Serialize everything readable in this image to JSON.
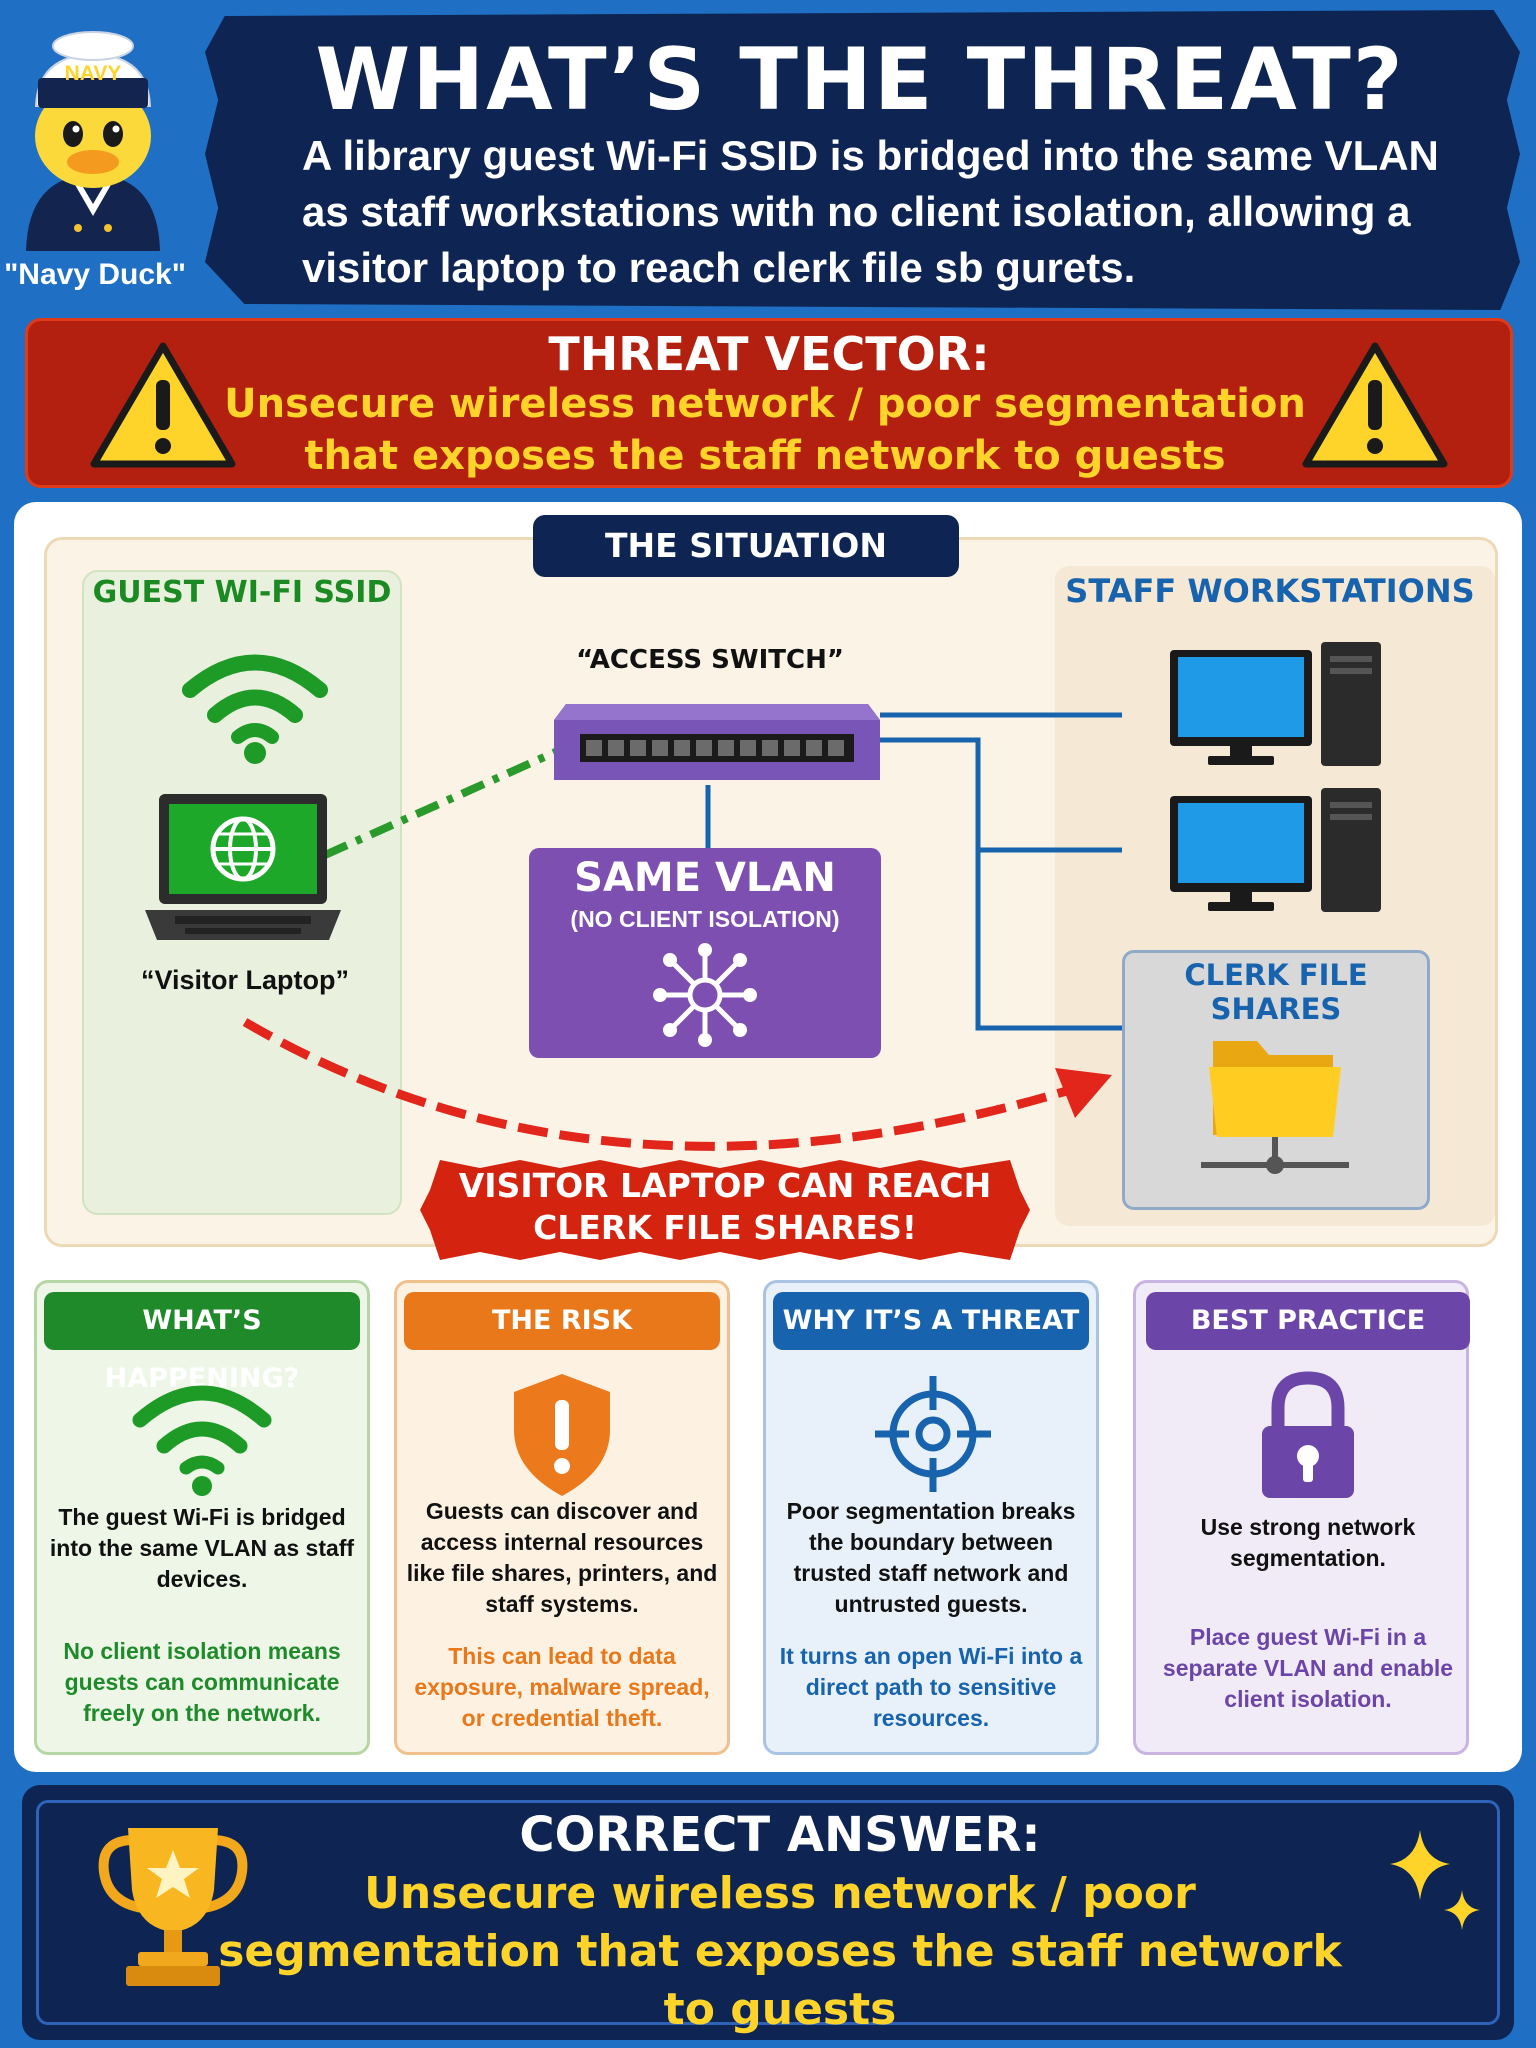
{
  "header": {
    "title": "WHAT’S THE THREAT?",
    "intro": "A library guest Wi-Fi SSID is bridged into the same VLAN as staff workstations with no client isolation, allowing a visitor laptop to reach clerk file sb gurets."
  },
  "mascot": {
    "cap_text": "NAVY",
    "name": "\"Navy Duck\""
  },
  "threat_vector": {
    "title": "THREAT VECTOR:",
    "text": "Unsecure wireless network / poor segmentation that exposes the staff network to guests"
  },
  "situation": {
    "tab": "THE SITUATION",
    "guest_label": "GUEST WI-FI SSID",
    "switch_label": "“ACCESS SWITCH”",
    "laptop_label": "“Visitor Laptop”",
    "vlan_title": "SAME VLAN",
    "vlan_subtitle": "(NO CLIENT ISOLATION)",
    "staff_label": "STAFF WORKSTATIONS",
    "clerk_label": "CLERK FILE SHARES",
    "alert": "VISITOR LAPTOP CAN REACH CLERK FILE SHARES!"
  },
  "cards": [
    {
      "title": "WHAT’S HAPPENING?",
      "body": "The guest Wi-Fi is bridged into the same VLAN as staff devices.",
      "note": "No client isolation means guests can communicate freely on the network.",
      "color": "#1e8a2a"
    },
    {
      "title": "THE RISK",
      "body": "Guests can discover and access internal resources like file shares, printers, and staff systems.",
      "note": "This can lead to data exposure, malware spread, or credential theft.",
      "color": "#e8781a"
    },
    {
      "title": "WHY IT’S A THREAT",
      "body": "Poor segmentation breaks the boundary between trusted staff network and untrusted guests.",
      "note": "It turns an open Wi-Fi into a direct path to sensitive resources.",
      "color": "#1763ad"
    },
    {
      "title": "BEST PRACTICE",
      "body": "Use strong network segmentation.",
      "note": "Place guest Wi-Fi in a separate VLAN and enable client isolation.",
      "color": "#6b45a8"
    }
  ],
  "answer": {
    "title": "CORRECT ANSWER:",
    "text": "Unsecure wireless network / poor segmentation that exposes the staff network to guests"
  },
  "colors": {
    "background": "#1f6fc4",
    "navy": "#0e2452",
    "threat_red": "#b3200f",
    "highlight_yellow": "#ffd42a",
    "guest_green": "#1e8a2a",
    "vlan_purple": "#7d4fb0"
  }
}
